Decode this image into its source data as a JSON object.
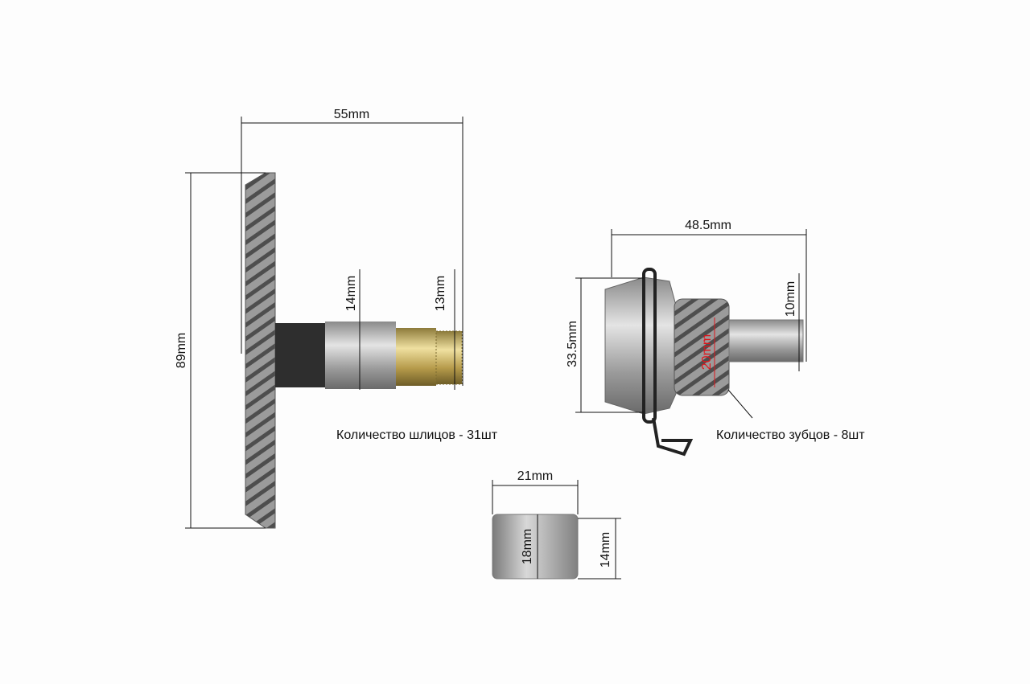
{
  "part1": {
    "length": "55mm",
    "gear_diameter": "89mm",
    "shaft_diameter": "14mm",
    "spline_diameter": "13mm",
    "spline_note": "Количество шлицов - 31шт"
  },
  "part2": {
    "length": "48.5mm",
    "cup_diameter": "33.5mm",
    "shaft_diameter": "10mm",
    "gear_diameter": "20mm",
    "teeth_note": "Количество зубцов - 8шт"
  },
  "part3": {
    "length": "21mm",
    "outer_diameter": "18mm",
    "inner_diameter": "14mm"
  },
  "colors": {
    "dimension_line": "#111111",
    "highlight": "#e0141b"
  }
}
